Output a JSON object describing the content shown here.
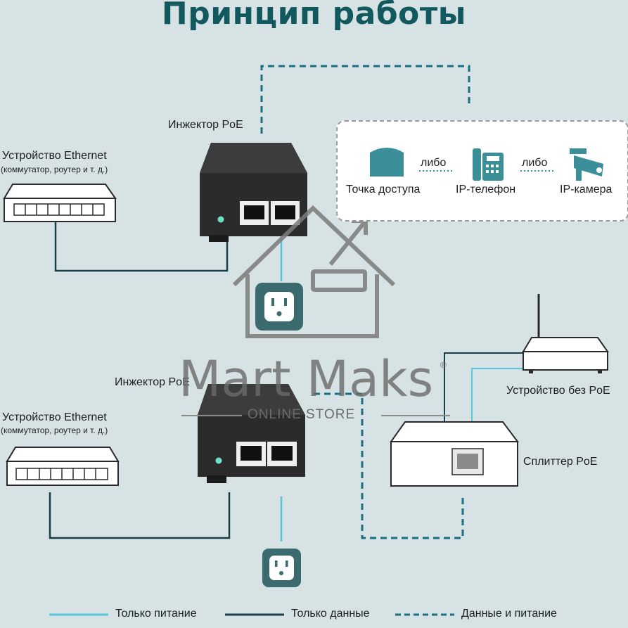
{
  "title": "Принцип работы",
  "top": {
    "injector_label": "Инжектор PoE",
    "ethernet_label": "Устройство Ethernet",
    "ethernet_sub": "(коммутатор, роутер и т. д.)",
    "devices": [
      {
        "label": "Точка доступа",
        "icon": "access-point-icon"
      },
      {
        "label": "IP-телефон",
        "icon": "ip-phone-icon"
      },
      {
        "label": "IP-камера",
        "icon": "ip-camera-icon"
      }
    ],
    "or_1": "либо",
    "or_2": "либо"
  },
  "bottom": {
    "injector_label": "Инжектор PoE",
    "ethernet_label": "Устройство Ethernet",
    "ethernet_sub": "(коммутатор, роутер и т. д.)",
    "non_poe_label": "Устройство без PoE",
    "splitter_label": "Сплиттер PoE"
  },
  "legend": {
    "power_only": "Только питание",
    "data_only": "Только данные",
    "data_and_power": "Данные и питание"
  },
  "watermark": {
    "brand": "Mart Maks",
    "tagline": "ONLINE STORE",
    "registered": "®"
  },
  "colors": {
    "power": "#5bc4dc",
    "data": "#173f4a",
    "data_power": "#1a6f82",
    "title": "#12585f"
  }
}
